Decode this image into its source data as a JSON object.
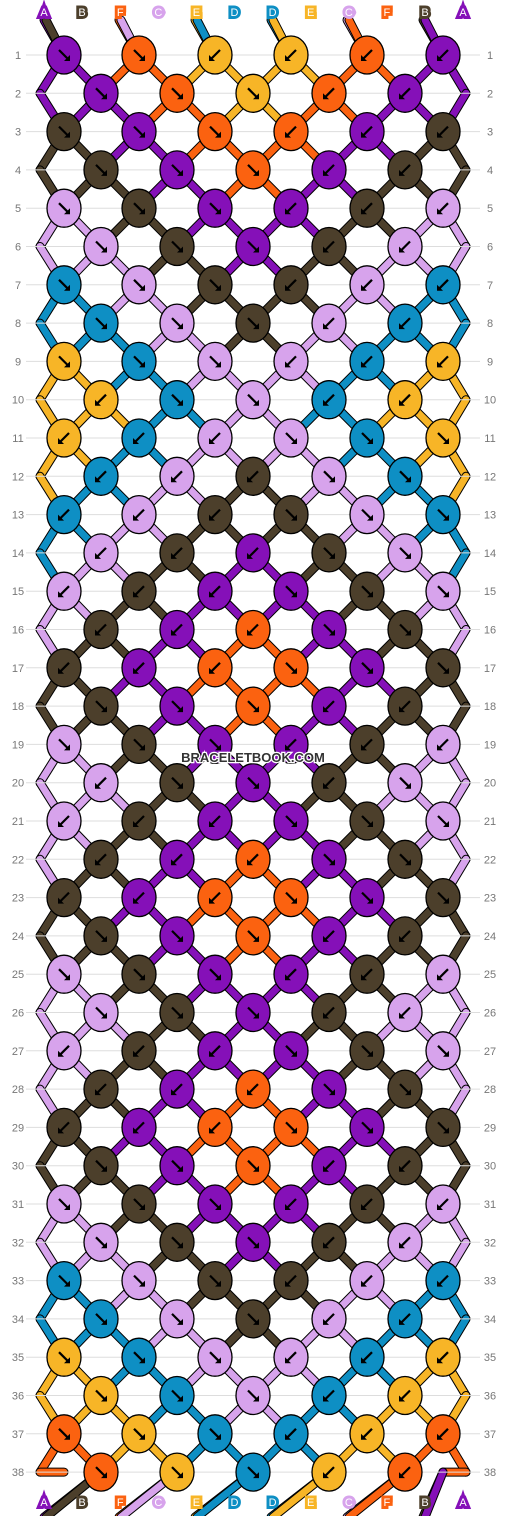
{
  "pattern": {
    "watermark": "BRACELETBOOK.COM",
    "colors": {
      "A": "#8510b8",
      "B": "#4c3f2b",
      "C": "#d7a3ec",
      "D": "#0e8fc4",
      "E": "#f7b527",
      "F": "#fb6210"
    },
    "strands_top": [
      "A",
      "B",
      "F",
      "C",
      "E",
      "D",
      "D",
      "E",
      "C",
      "F",
      "B",
      "A"
    ],
    "strands_bottom": [
      "A",
      "B",
      "F",
      "C",
      "E",
      "D",
      "D",
      "E",
      "C",
      "F",
      "B",
      "A"
    ],
    "row_labels": [
      "1",
      "2",
      "3",
      "4",
      "5",
      "6",
      "7",
      "8",
      "9",
      "10",
      "11",
      "12",
      "13",
      "14",
      "15",
      "16",
      "17",
      "18",
      "19",
      "20",
      "21",
      "22",
      "23",
      "24",
      "25",
      "26",
      "27",
      "28",
      "29",
      "30",
      "31",
      "32",
      "33",
      "34",
      "35",
      "36",
      "37",
      "38"
    ],
    "knot_rows": [
      [
        "A",
        "F",
        "E",
        "E",
        "F",
        "A"
      ],
      [
        "A",
        "F",
        "E",
        "F",
        "A"
      ],
      [
        "B",
        "A",
        "F",
        "F",
        "A",
        "B"
      ],
      [
        "B",
        "A",
        "F",
        "A",
        "B"
      ],
      [
        "C",
        "B",
        "A",
        "A",
        "B",
        "C"
      ],
      [
        "C",
        "B",
        "A",
        "B",
        "C"
      ],
      [
        "D",
        "C",
        "B",
        "B",
        "C",
        "D"
      ],
      [
        "D",
        "C",
        "B",
        "C",
        "D"
      ],
      [
        "E",
        "D",
        "C",
        "C",
        "D",
        "E"
      ],
      [
        "E",
        "D",
        "C",
        "D",
        "E"
      ],
      [
        "E",
        "D",
        "C",
        "C",
        "D",
        "E"
      ],
      [
        "D",
        "C",
        "B",
        "C",
        "D"
      ],
      [
        "D",
        "C",
        "B",
        "B",
        "C",
        "D"
      ],
      [
        "C",
        "B",
        "A",
        "B",
        "C"
      ],
      [
        "C",
        "B",
        "A",
        "A",
        "B",
        "C"
      ],
      [
        "B",
        "A",
        "F",
        "A",
        "B"
      ],
      [
        "B",
        "A",
        "F",
        "F",
        "A",
        "B"
      ],
      [
        "B",
        "A",
        "F",
        "A",
        "B"
      ],
      [
        "C",
        "B",
        "A",
        "A",
        "B",
        "C"
      ],
      [
        "C",
        "B",
        "A",
        "B",
        "C"
      ],
      [
        "C",
        "B",
        "A",
        "A",
        "B",
        "C"
      ],
      [
        "B",
        "A",
        "F",
        "A",
        "B"
      ],
      [
        "B",
        "A",
        "F",
        "F",
        "A",
        "B"
      ],
      [
        "B",
        "A",
        "F",
        "A",
        "B"
      ],
      [
        "C",
        "B",
        "A",
        "A",
        "B",
        "C"
      ],
      [
        "C",
        "B",
        "A",
        "B",
        "C"
      ],
      [
        "C",
        "B",
        "A",
        "A",
        "B",
        "C"
      ],
      [
        "B",
        "A",
        "F",
        "A",
        "B"
      ],
      [
        "B",
        "A",
        "F",
        "F",
        "A",
        "B"
      ],
      [
        "B",
        "A",
        "F",
        "A",
        "B"
      ],
      [
        "C",
        "B",
        "A",
        "A",
        "B",
        "C"
      ],
      [
        "C",
        "B",
        "A",
        "B",
        "C"
      ],
      [
        "D",
        "C",
        "B",
        "B",
        "C",
        "D"
      ],
      [
        "D",
        "C",
        "B",
        "C",
        "D"
      ],
      [
        "E",
        "D",
        "C",
        "C",
        "D",
        "E"
      ],
      [
        "E",
        "D",
        "C",
        "D",
        "E"
      ],
      [
        "F",
        "E",
        "D",
        "D",
        "E",
        "F"
      ],
      [
        "F",
        "E",
        "D",
        "E",
        "F"
      ]
    ],
    "knot_arrows": [
      [
        "se",
        "se",
        "sw",
        "sw",
        "sw",
        "sw"
      ],
      [
        "se",
        "se",
        "se",
        "sw",
        "sw"
      ],
      [
        "se",
        "se",
        "se",
        "sw",
        "sw",
        "sw"
      ],
      [
        "se",
        "se",
        "se",
        "sw",
        "sw"
      ],
      [
        "se",
        "se",
        "se",
        "sw",
        "sw",
        "sw"
      ],
      [
        "se",
        "se",
        "se",
        "sw",
        "sw"
      ],
      [
        "se",
        "se",
        "se",
        "sw",
        "sw",
        "sw"
      ],
      [
        "se",
        "se",
        "se",
        "sw",
        "sw"
      ],
      [
        "se",
        "se",
        "se",
        "sw",
        "sw",
        "sw"
      ],
      [
        "sw",
        "se",
        "se",
        "sw",
        "sw"
      ],
      [
        "sw",
        "sw",
        "sw",
        "se",
        "se",
        "se"
      ],
      [
        "sw",
        "sw",
        "sw",
        "se",
        "se"
      ],
      [
        "sw",
        "sw",
        "sw",
        "se",
        "se",
        "se"
      ],
      [
        "sw",
        "sw",
        "sw",
        "se",
        "se"
      ],
      [
        "sw",
        "sw",
        "sw",
        "se",
        "se",
        "se"
      ],
      [
        "sw",
        "sw",
        "sw",
        "se",
        "se"
      ],
      [
        "sw",
        "sw",
        "sw",
        "se",
        "se",
        "se"
      ],
      [
        "se",
        "se",
        "se",
        "sw",
        "sw"
      ],
      [
        "se",
        "se",
        "se",
        "sw",
        "sw",
        "sw"
      ],
      [
        "sw",
        "se",
        "se",
        "sw",
        "se"
      ],
      [
        "sw",
        "sw",
        "sw",
        "se",
        "se",
        "se"
      ],
      [
        "sw",
        "sw",
        "sw",
        "se",
        "se"
      ],
      [
        "sw",
        "sw",
        "sw",
        "se",
        "se",
        "se"
      ],
      [
        "se",
        "se",
        "se",
        "sw",
        "sw"
      ],
      [
        "se",
        "se",
        "se",
        "sw",
        "sw",
        "sw"
      ],
      [
        "se",
        "se",
        "se",
        "sw",
        "sw"
      ],
      [
        "sw",
        "sw",
        "sw",
        "se",
        "se",
        "se"
      ],
      [
        "sw",
        "sw",
        "sw",
        "se",
        "se"
      ],
      [
        "sw",
        "sw",
        "sw",
        "se",
        "se",
        "se"
      ],
      [
        "se",
        "se",
        "se",
        "sw",
        "sw"
      ],
      [
        "se",
        "se",
        "se",
        "sw",
        "sw",
        "sw"
      ],
      [
        "se",
        "se",
        "se",
        "sw",
        "sw"
      ],
      [
        "se",
        "se",
        "se",
        "sw",
        "sw",
        "sw"
      ],
      [
        "se",
        "se",
        "se",
        "sw",
        "sw"
      ],
      [
        "se",
        "se",
        "se",
        "sw",
        "sw",
        "sw"
      ],
      [
        "se",
        "se",
        "se",
        "sw",
        "sw"
      ],
      [
        "se",
        "se",
        "se",
        "sw",
        "sw",
        "sw"
      ],
      [
        "se",
        "se",
        "se",
        "sw",
        "sw"
      ]
    ]
  }
}
